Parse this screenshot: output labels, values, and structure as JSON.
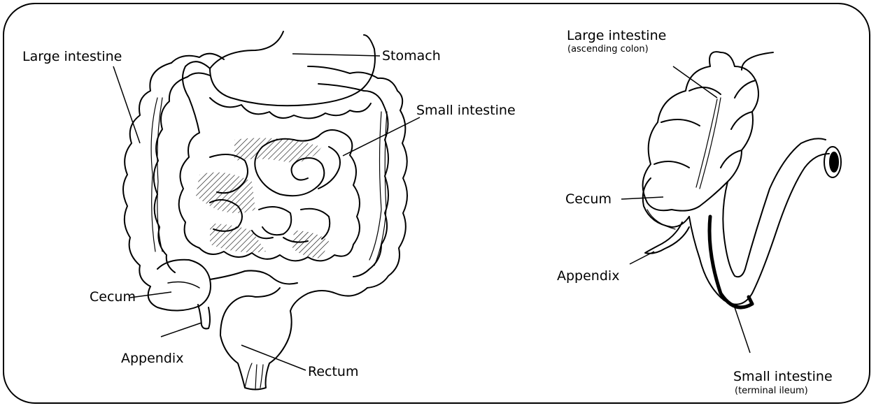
{
  "left_figure": {
    "labels": {
      "large_intestine": "Large intestine",
      "stomach": "Stomach",
      "small_intestine": "Small intestine",
      "cecum": "Cecum",
      "appendix": "Appendix",
      "rectum": "Rectum"
    }
  },
  "right_figure": {
    "labels": {
      "large_intestine": "Large intestine",
      "large_intestine_sub": "(ascending colon)",
      "cecum": "Cecum",
      "appendix": "Appendix",
      "small_intestine": "Small intestine",
      "small_intestine_sub": "(terminal ileum)"
    }
  },
  "colors": {
    "line": "#000000",
    "background": "#ffffff"
  }
}
